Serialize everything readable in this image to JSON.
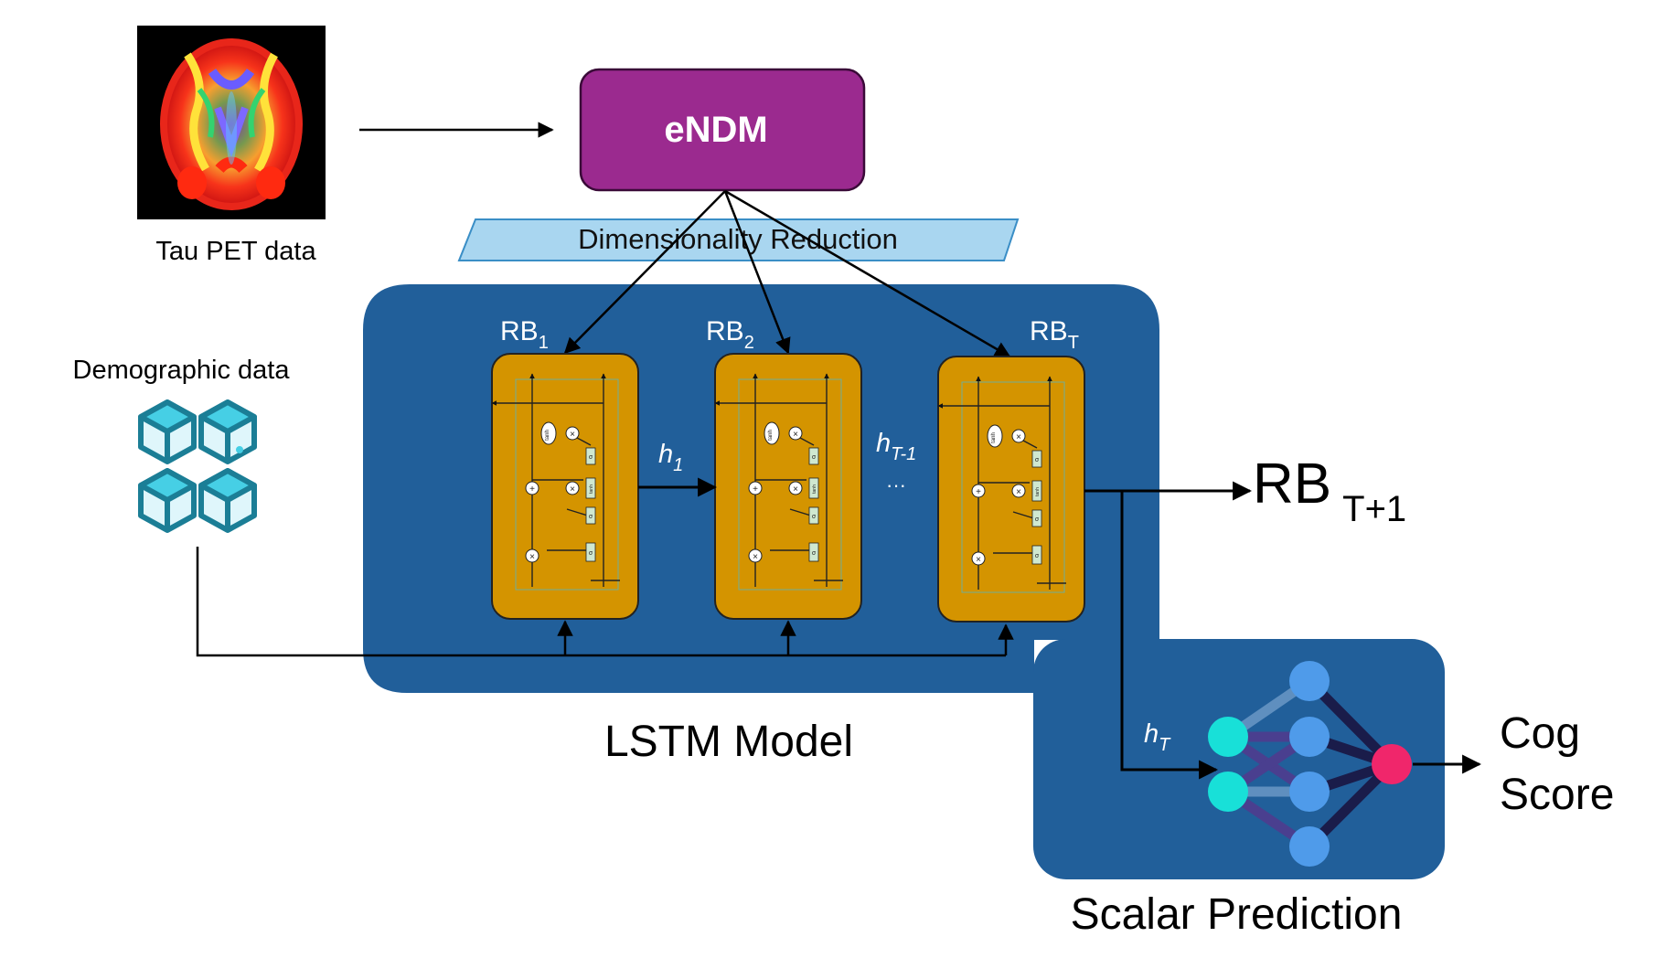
{
  "labels": {
    "tau_pet": "Tau PET data",
    "demographic": "Demographic data",
    "endm": "eNDM",
    "dim_reduction": "Dimensionality Reduction",
    "rb_main": "RB",
    "rb1_sub": "1",
    "rb2_sub": "2",
    "rbT_sub": "T",
    "h1_main": "h",
    "h1_sub": "1",
    "hT1_main": "h",
    "hT1_sub": "T-1",
    "hT_main": "h",
    "hT_sub": "T",
    "ellipsis": "···",
    "rb_next_main": "RB",
    "rb_next_sub": "T+1",
    "lstm_model": "LSTM Model",
    "scalar_prediction": "Scalar Prediction",
    "cog": "Cog",
    "score": "Score",
    "gate_tanh": "tanh",
    "gate_sigma": "σ",
    "op_times": "×",
    "op_plus": "+"
  },
  "colors": {
    "endm_fill": "#9b2a8f",
    "dim_fill": "#a9d6f0",
    "lstm_panel": "#215f9a",
    "cell_fill": "#d49400",
    "node_cyan": "#18e0d8",
    "node_blue": "#4f9bea",
    "node_pink": "#f0266b"
  }
}
